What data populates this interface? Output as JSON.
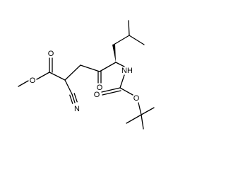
{
  "molecule": {
    "atoms": {
      "O_methoxy": "O",
      "O_ester": "O",
      "N_nitrile": "N",
      "O_ketone": "O",
      "NH": "NH",
      "O_carbamate": "O",
      "O_tbu": "O"
    }
  },
  "colors": {
    "bond": "#000000",
    "background": "#ffffff"
  }
}
